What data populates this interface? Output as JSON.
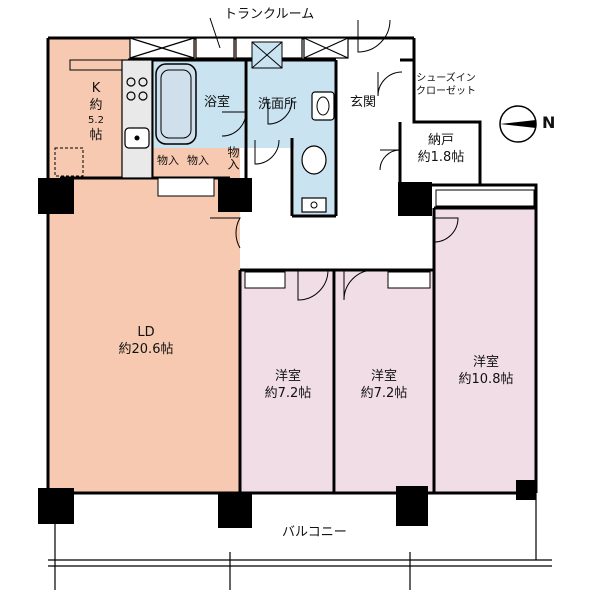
{
  "labels": {
    "trunk_room": "トランクルーム",
    "kitchen": {
      "name": "K",
      "size_line1": "約",
      "size_line2": "5.2",
      "size_line3": "帖"
    },
    "bath": "浴室",
    "washroom": "洗面所",
    "entrance": "玄関",
    "shoes_in_closet_1": "シューズイン",
    "shoes_in_closet_2": "クローゼット",
    "storage_room": "納戸",
    "storage_room_size": "約1.8帖",
    "closet_1": "物入",
    "closet_2": "物入",
    "closet_3": "物入",
    "ld": "LD",
    "ld_size": "約20.6帖",
    "western_1": "洋室",
    "western_1_size": "約7.2帖",
    "western_2": "洋室",
    "western_2_size": "約7.2帖",
    "western_3": "洋室",
    "western_3_size": "約10.8帖",
    "balcony": "バルコニー",
    "north": "N"
  },
  "colors": {
    "ld_fill": "#f6c9b0",
    "western_fill": "#f1dde6",
    "wet_fill": "#c9e3f1",
    "wall": "#000000",
    "fixture_fill": "#cfe0ec"
  },
  "icons": [
    "compass-icon",
    "bathtub-icon",
    "toilet-icon",
    "sink-icon",
    "stove-icon",
    "door-swing-icon"
  ]
}
